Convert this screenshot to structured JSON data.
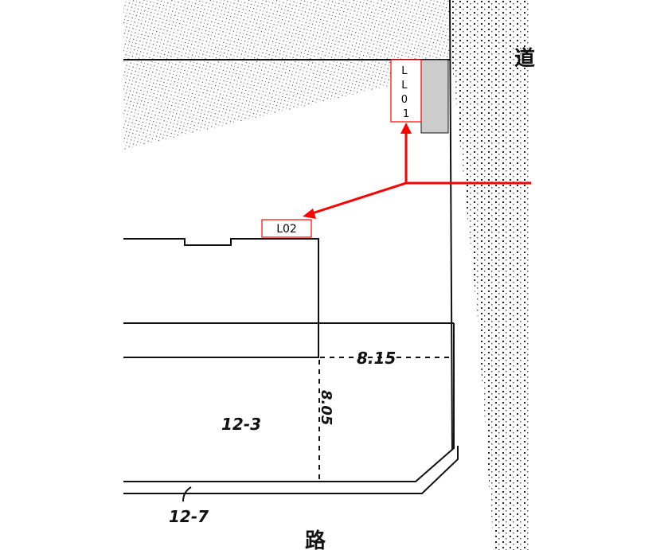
{
  "labels": {
    "ll01": [
      "L",
      "L",
      "0",
      "1"
    ],
    "l02": "L02"
  },
  "annotations": {
    "dim_horizontal": "8.15",
    "dim_vertical": "8.05",
    "lot_upper": "12-3",
    "lot_lower": "12-7",
    "road_right_char": "道",
    "road_bottom_char": "路"
  },
  "colors": {
    "marker": "#ff0000",
    "highlight_fill": "#cccccc"
  }
}
